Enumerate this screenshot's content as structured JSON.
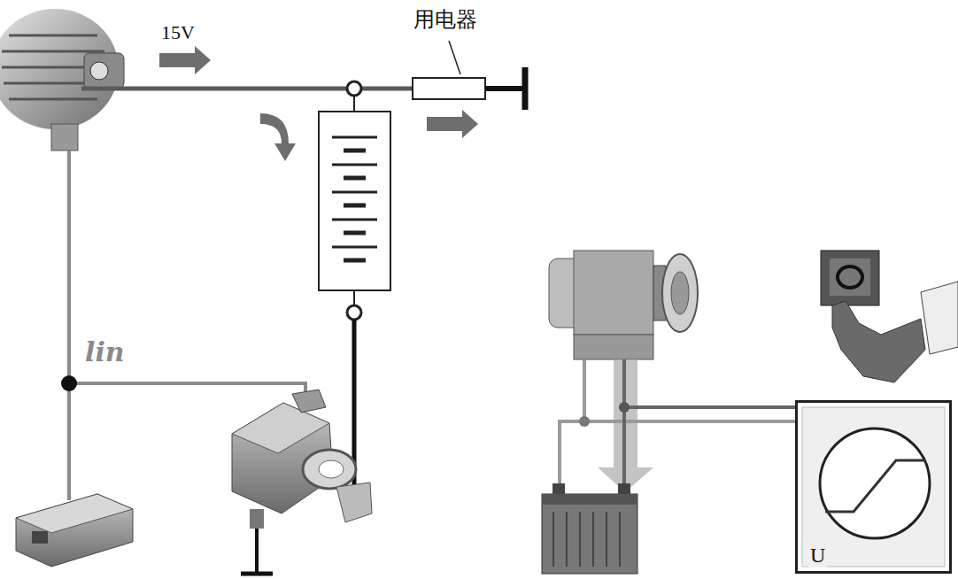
{
  "diagram": {
    "nodes": [
      {
        "text": [
          "U"
        ]
      }
    ],
    "labels": [
      "15V",
      "用电器",
      "lin"
    ]
  }
}
